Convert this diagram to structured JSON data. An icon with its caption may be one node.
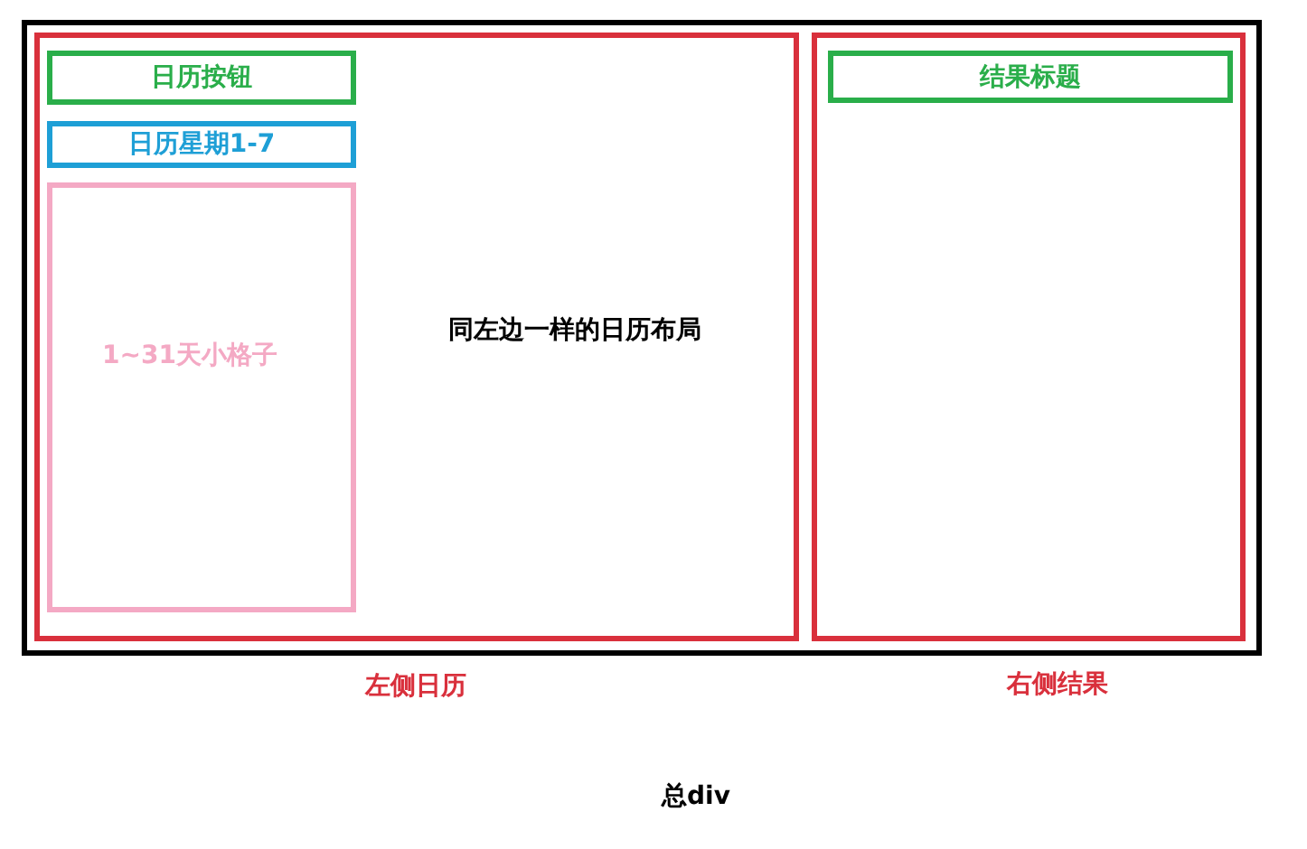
{
  "diagram": {
    "nodes": [
      {
        "text": [
          "总div"
        ]
      },
      {
        "text": [
          "同左边一样的日历布局",
          "左侧日历"
        ],
        "in": 0
      },
      {
        "text": [
          "日历按钮"
        ],
        "in": 1
      },
      {
        "text": [
          "日历星期1-7"
        ],
        "in": 1
      },
      {
        "text": [
          "1~31天小格子"
        ],
        "in": 1
      },
      {
        "text": [
          "右侧结果"
        ],
        "in": 0
      },
      {
        "text": [
          "结果标题"
        ],
        "in": 5
      }
    ]
  }
}
